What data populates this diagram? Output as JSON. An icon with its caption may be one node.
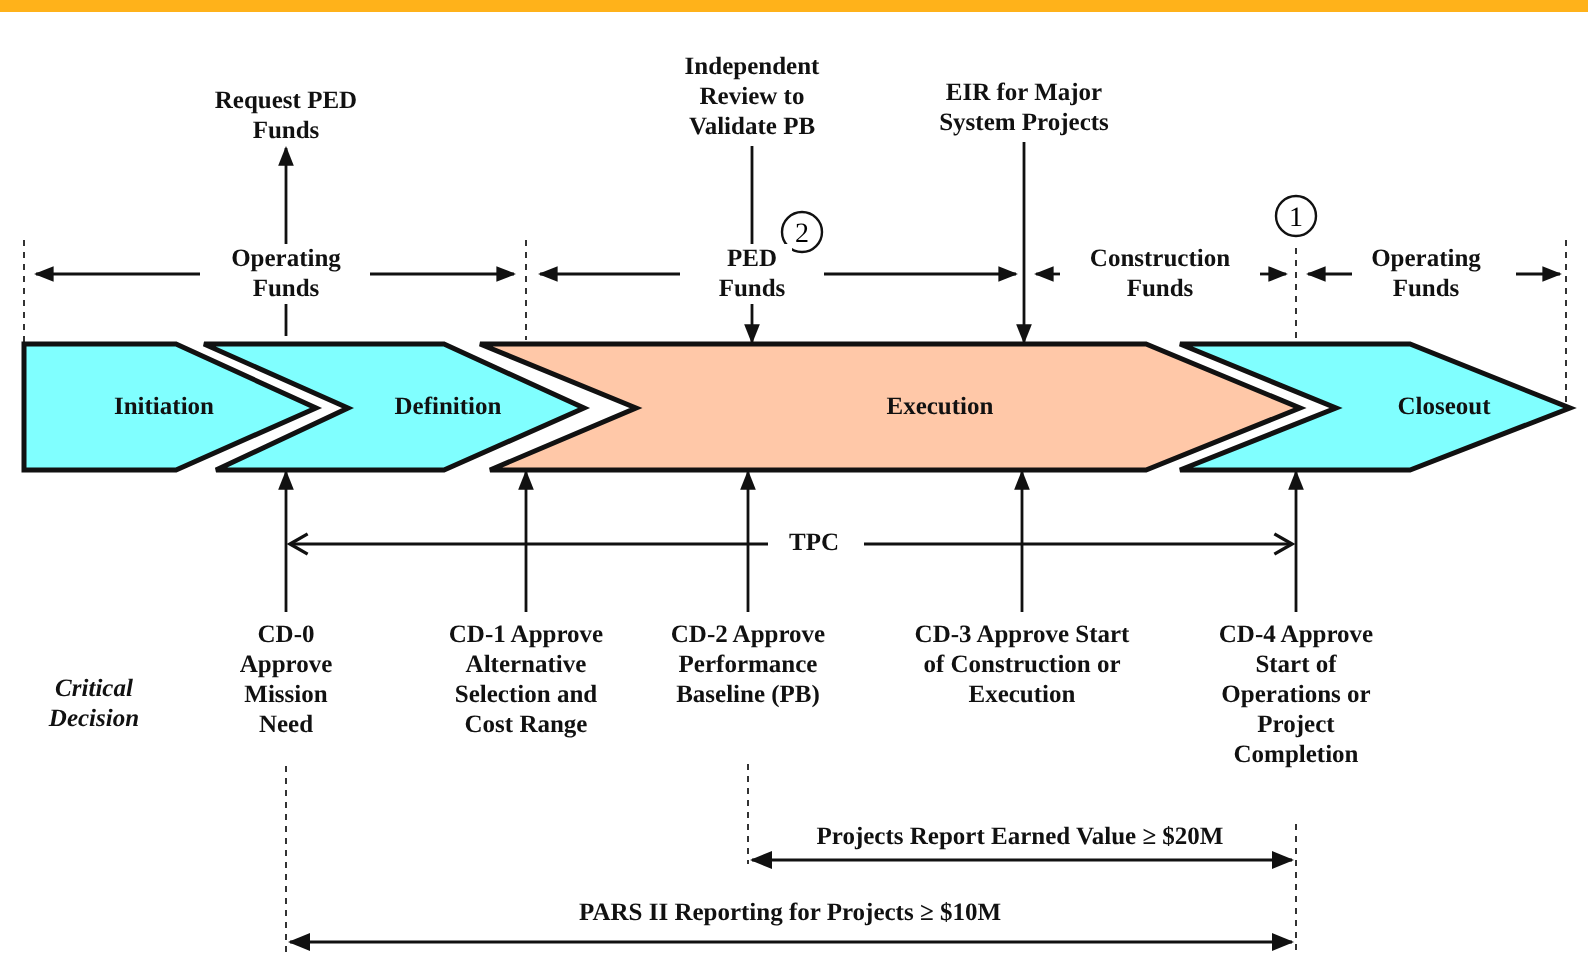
{
  "diagram": {
    "nodes": [
      {
        "text": [
          "Initiation"
        ]
      },
      {
        "text": [
          "Definition"
        ]
      },
      {
        "text": [
          "Execution"
        ]
      },
      {
        "text": [
          "Closeout"
        ]
      },
      {
        "text": [
          "Request PED Funds"
        ]
      },
      {
        "text": [
          "Independent Review to Validate PB"
        ]
      },
      {
        "text": [
          "EIR for Major System Projects"
        ]
      },
      {
        "text": [
          "CD-0 Approve Mission Need"
        ]
      },
      {
        "text": [
          "CD-1 Approve Alternative Selection and Cost Range"
        ]
      },
      {
        "text": [
          "CD-2 Approve Performance Baseline (PB)"
        ]
      },
      {
        "text": [
          "CD-3 Approve Start of Construction or Execution"
        ]
      },
      {
        "text": [
          "CD-4 Approve Start of Operations or Project Completion"
        ]
      }
    ],
    "edges": [
      {
        "from": 1,
        "to": 4,
        "arrow": "to"
      },
      {
        "from": 5,
        "to": 2,
        "arrow": "to"
      },
      {
        "from": 6,
        "to": 2,
        "arrow": "to"
      },
      {
        "from": 7,
        "to": 1,
        "arrow": "to"
      },
      {
        "from": 8,
        "to": 2,
        "arrow": "to"
      },
      {
        "from": 9,
        "to": 2,
        "arrow": "to"
      },
      {
        "from": 10,
        "to": 2,
        "arrow": "to"
      },
      {
        "from": 11,
        "to": 3,
        "arrow": "to"
      }
    ],
    "labels": [
      "Operating Funds",
      "2",
      "PED Funds",
      "Construction Funds",
      "1",
      "Operating Funds",
      "TPC",
      "Critical Decision",
      "Projects Report Earned Value ≥ $20M",
      "PARS II Reporting for Projects ≥ $10M"
    ]
  }
}
